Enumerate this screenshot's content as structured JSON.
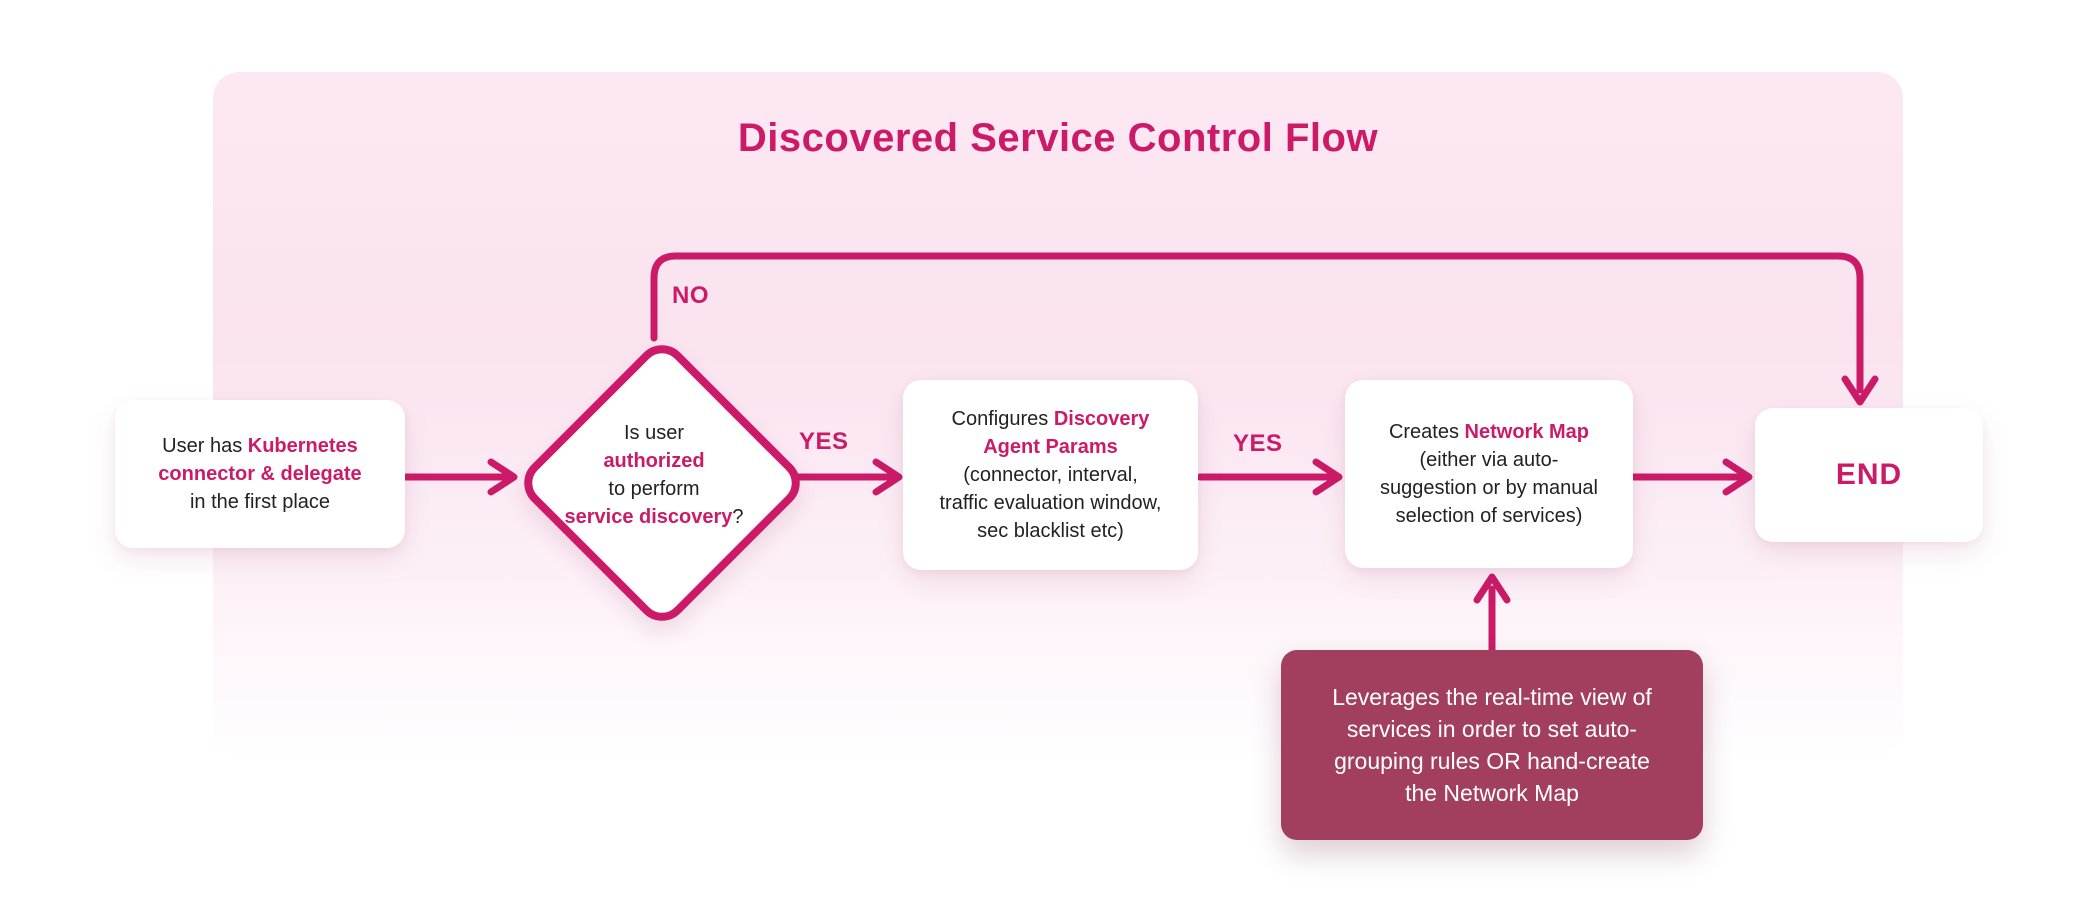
{
  "title": "Discovered Service Control Flow",
  "colors": {
    "accent": "#CB1B68",
    "panel_pink_top": "#FCE8F3",
    "panel_fade_bottom": "#FFFEFF",
    "node_background": "#FFFFFF",
    "node_text": "#222222",
    "note_background": "#A23F5F",
    "note_text": "#FFFFFF"
  },
  "nodes": {
    "start": {
      "runs": [
        "User has ",
        "Kubernetes\nconnector & delegate",
        "\nin the first place"
      ]
    },
    "decision": {
      "runs": [
        "Is user\n",
        "authorized",
        "\nto perform\n",
        "service discovery",
        "?"
      ]
    },
    "configure": {
      "runs": [
        "Configures ",
        "Discovery\nAgent Params",
        "\n(connector, interval,\ntraffic evaluation window,\nsec blacklist etc)"
      ]
    },
    "create": {
      "runs": [
        "Creates ",
        "Network Map",
        "\n(either via auto-\nsuggestion or by manual\nselection of services)"
      ]
    },
    "end": {
      "label": "END"
    },
    "note": {
      "text": "Leverages the real-time view of\nservices in order to set auto-\ngrouping rules OR hand-create\nthe Network Map"
    }
  },
  "edges": {
    "no_label": "NO",
    "yes_label_1": "YES",
    "yes_label_2": "YES"
  }
}
